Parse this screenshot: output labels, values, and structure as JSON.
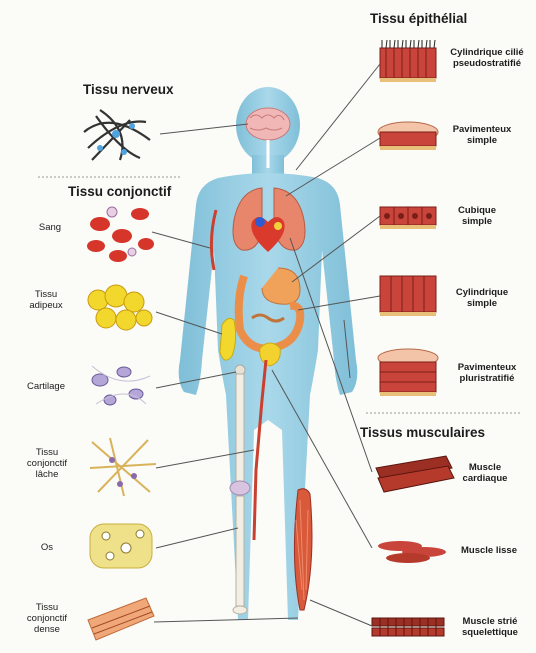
{
  "sections": {
    "epithelial": "Tissu épithélial",
    "nervous": "Tissu nerveux",
    "connective": "Tissu conjonctif",
    "muscular": "Tissus musculaires"
  },
  "epithelial_items": [
    {
      "line1": "Cylindrique cilié",
      "line2": "pseudostratifié"
    },
    {
      "line1": "Pavimenteux",
      "line2": "simple"
    },
    {
      "line1": "Cubique",
      "line2": "simple"
    },
    {
      "line1": "Cylindrique",
      "line2": "simple"
    },
    {
      "line1": "Pavimenteux",
      "line2": "pluristratifié"
    }
  ],
  "connective_items": [
    {
      "line1": "Sang",
      "line2": "",
      "line3": ""
    },
    {
      "line1": "Tissu",
      "line2": "adipeux",
      "line3": ""
    },
    {
      "line1": "Cartilage",
      "line2": "",
      "line3": ""
    },
    {
      "line1": "Tissu",
      "line2": "conjonctif",
      "line3": "lâche"
    },
    {
      "line1": "Os",
      "line2": "",
      "line3": ""
    },
    {
      "line1": "Tissu",
      "line2": "conjonctif",
      "line3": "dense"
    }
  ],
  "muscle_items": [
    {
      "line1": "Muscle",
      "line2": "cardiaque"
    },
    {
      "line1": "Muscle lisse",
      "line2": ""
    },
    {
      "line1": "Muscle strié",
      "line2": "squelettique"
    }
  ],
  "colors": {
    "body": "#8ec9df",
    "epithelium": "#c9443a",
    "muscle": "#9c2f24",
    "fat": "#f2d82c",
    "lines": "#5a5a5a"
  }
}
